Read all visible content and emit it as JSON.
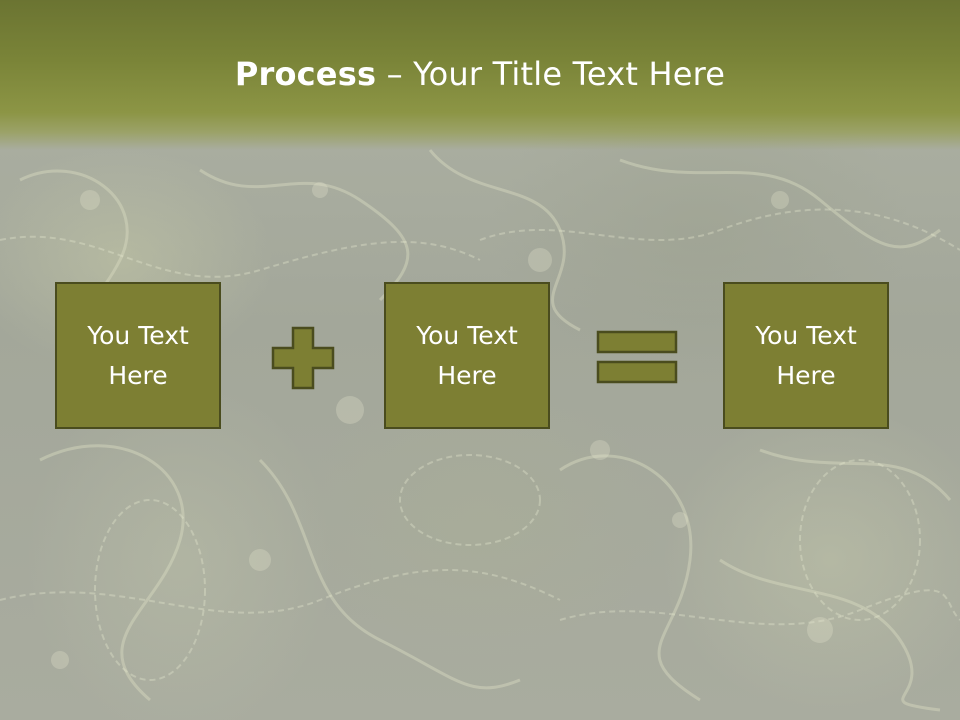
{
  "title": {
    "bold": "Process",
    "rest": " – Your Title Text Here"
  },
  "process": {
    "box_1": "You Text\nHere",
    "operator_1": "plus-icon",
    "box_2": "You Text\nHere",
    "operator_2": "equals-icon",
    "box_3": "You Text\nHere"
  },
  "colors": {
    "header": "#7a8438",
    "box_fill": "#7d7f33",
    "box_border": "#4a4c1e",
    "text": "#ffffff"
  }
}
